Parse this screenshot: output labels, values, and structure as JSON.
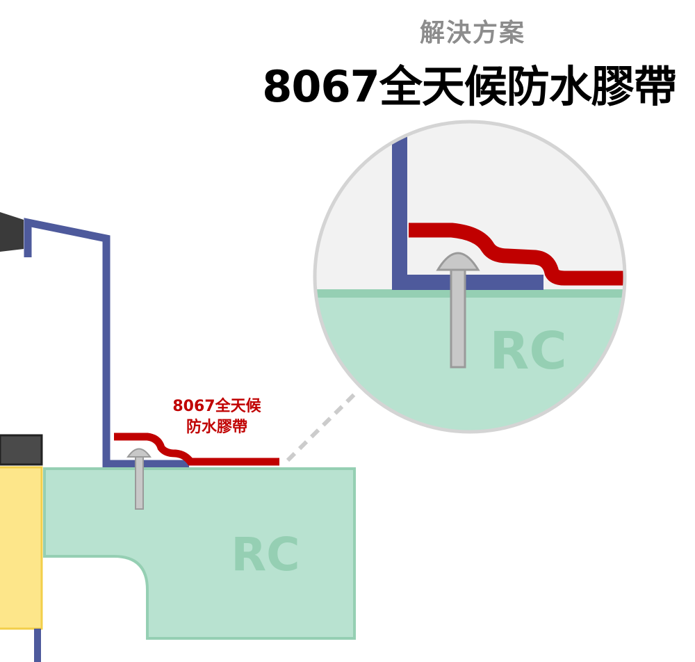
{
  "header": {
    "subtitle": "解決方案",
    "title": "8067全天候防水膠帶"
  },
  "callout": {
    "line1": "8067全天候",
    "line2": "防水膠帶"
  },
  "labels": {
    "rc_main": "RC",
    "rc_zoom": "RC"
  },
  "colors": {
    "frame": "#4e5a9c",
    "tape": "#c00000",
    "concrete_fill": "#b8e2d0",
    "concrete_edge": "#95cfb3",
    "screw": "#c8c8c8",
    "wall_yellow": "#fde68a"
  }
}
